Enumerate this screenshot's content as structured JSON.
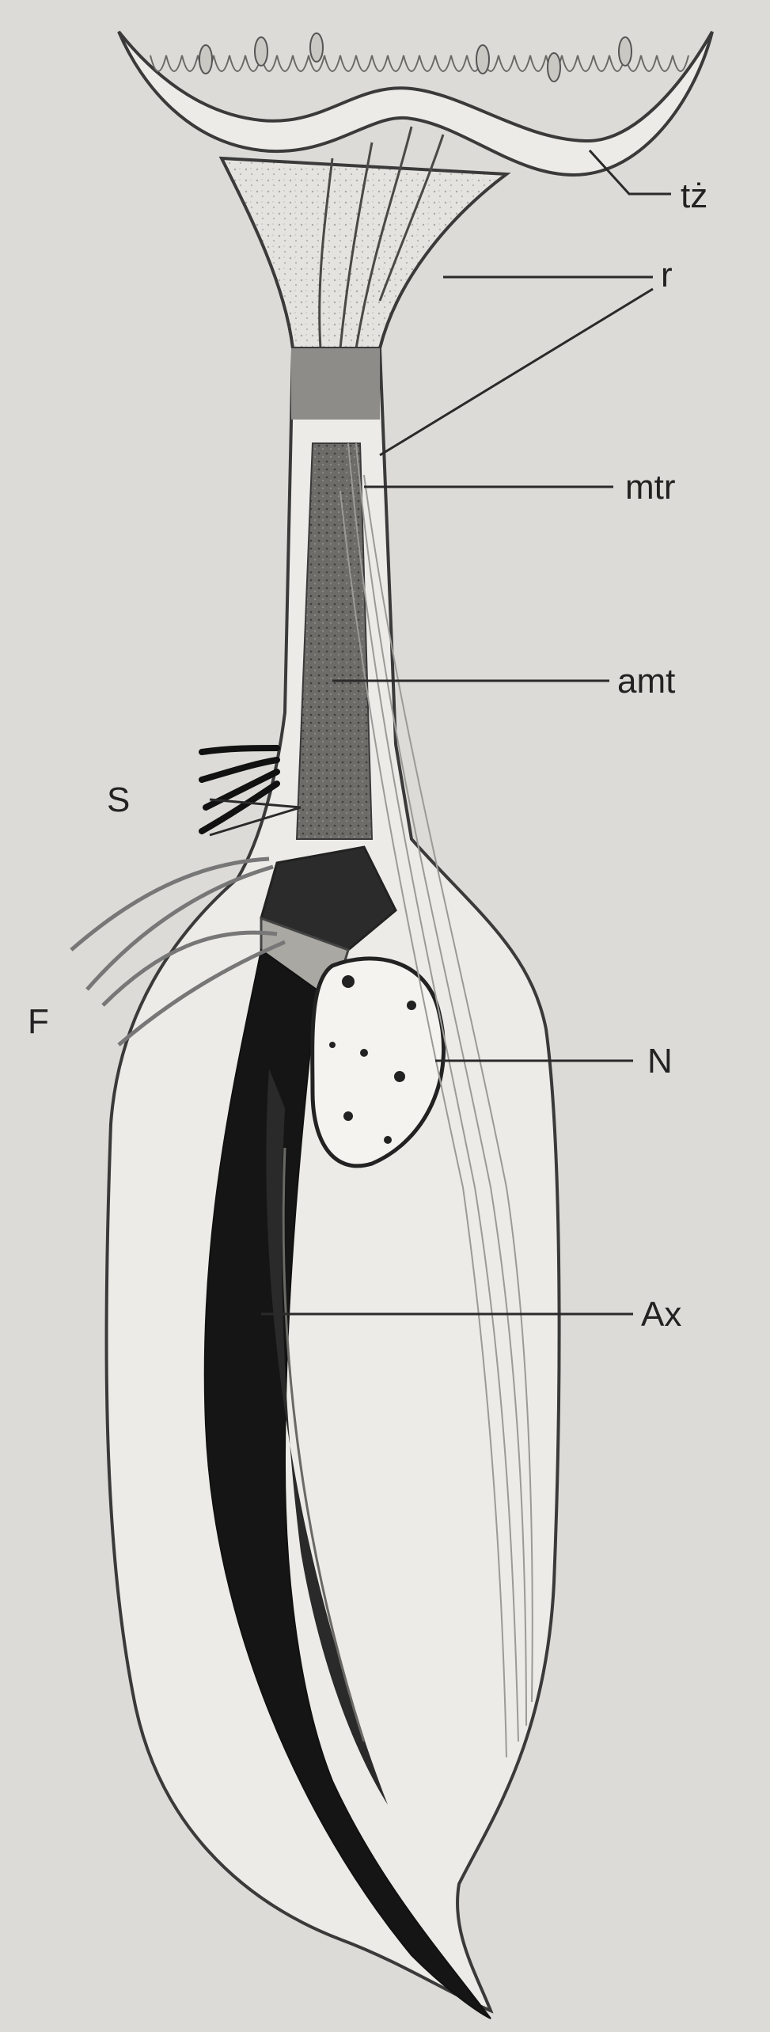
{
  "labels": {
    "tz": "tż",
    "r": "r",
    "mtr": "mtr",
    "amt": "amt",
    "S": "S",
    "F": "F",
    "N": "N",
    "Ax": "Ax"
  },
  "colors": {
    "background": "#dcdbd7",
    "cell_fill": "#ecebe7",
    "outline": "#3a3a3a",
    "axostyle": "#151515",
    "nucleus": "#f4f3ef"
  }
}
